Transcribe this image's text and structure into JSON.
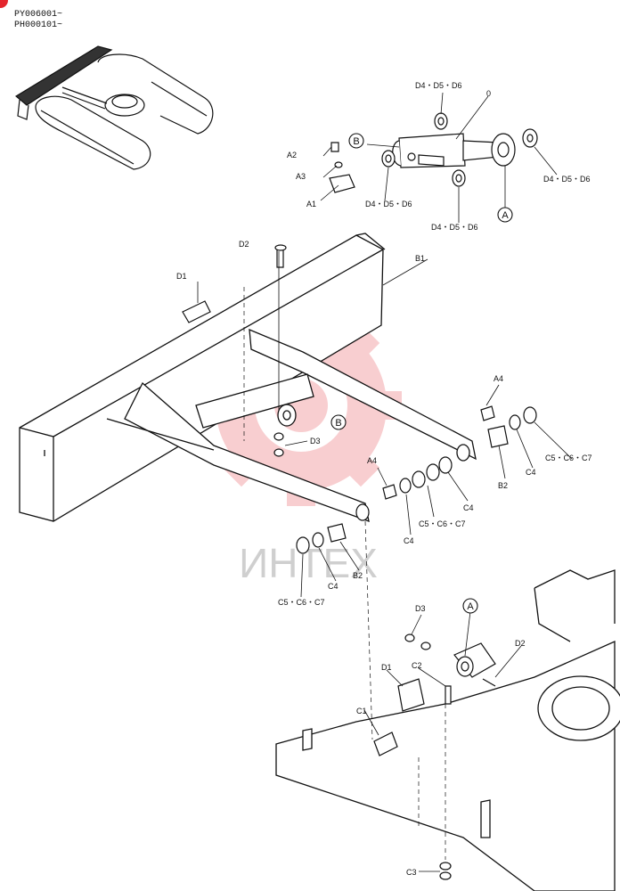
{
  "serial_ranges": [
    "PY006001~",
    "PH000101~"
  ],
  "colors": {
    "watermark": "#e4252c",
    "line": "#111111"
  },
  "watermark_text": "ИНТЕХ",
  "callouts": {
    "A": "A",
    "B": "B",
    "A1": "A1",
    "A2": "A2",
    "A3": "A3",
    "A4": "A4",
    "B1": "B1",
    "B2": "B2",
    "C1": "C1",
    "C2": "C2",
    "C3": "C3",
    "C4": "C4",
    "C567": "C5・C6・C7",
    "D1": "D1",
    "D2": "D2",
    "D3": "D3",
    "D456": "D4・D5・D6",
    "zero": "0"
  }
}
